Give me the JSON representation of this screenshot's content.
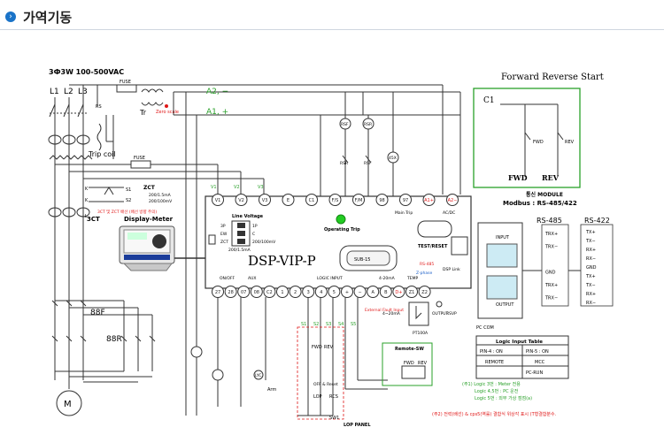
{
  "header": {
    "title": "가역기동"
  },
  "supply": {
    "label": "3Ф3W 100-500VAC",
    "phases": [
      "L1",
      "L2",
      "L3"
    ]
  },
  "control_lines": {
    "a2": "A2, −",
    "a1": "A1, +"
  },
  "labels": {
    "fuse1": "FUSE",
    "fuse2": "FUSE",
    "tr": "Tr",
    "rs": "RS",
    "zero_scale": "Zero scale",
    "trip_coil": "Trip coil",
    "zct": "ZCT",
    "zct_s1": "S1",
    "zct_s2": "S2",
    "zct_spec1": "200/1.5mA",
    "zct_spec2": "200/100mV",
    "k": "K",
    "l": "L",
    "ct": "3CT",
    "ct_note": "3CT 및 ZCT 배선 (배선 방향 주의)",
    "display_meter": "Display-Meter",
    "motor": "M",
    "c88f": "88F",
    "c88r": "88R"
  },
  "dsp": {
    "model": "DSP-VIP-P",
    "top_terminals": [
      "V1",
      "V2",
      "V3",
      "E",
      "C1",
      "F/S",
      "F/M",
      "98",
      "97",
      "A1+",
      "A2−"
    ],
    "line_voltage": "Line Voltage",
    "dip_rows": [
      "3P",
      "EW",
      "ZCT"
    ],
    "dip_values": [
      "1P",
      "C",
      "200/100mV"
    ],
    "dip_caption": "200/1.5mA",
    "operating_trip": "Operating Trip",
    "test_reset": "TEST/RESET",
    "sub_d": "SUB-15",
    "acdc": "AC/DC",
    "main_trip": "Main Trip",
    "bottom_terminals": [
      "27",
      "28",
      "07",
      "08",
      "C2",
      "1",
      "2",
      "3",
      "4",
      "5",
      "+",
      "−",
      "A",
      "B",
      "D+",
      "Z1",
      "Z2"
    ],
    "bot_labels": {
      "on_off": "ON/OFF",
      "aux": "AUX",
      "logic_input": "LOGIC INPUT",
      "range": "4-20mA",
      "temp": "TEMP",
      "rs485": "RS-485",
      "dsp_link": "DSP Link",
      "z_phase": "Z-phase",
      "ext_fault": "External Fault Input",
      "range2": "4~20mA",
      "pt100": "PT100A",
      "output": "OUTPUT",
      "rsvp": "RSVP"
    }
  },
  "relays": {
    "rsf": "RSF",
    "rsr": "RSR",
    "r45x": "45X",
    "rsf2": "RSF",
    "rsr2": "RSR"
  },
  "logic_wiring": {
    "fwd": "FWD",
    "rev": "REV",
    "off_reset": "OFF & Reset",
    "lop": "LOP",
    "rcs": "RCS",
    "sw1": "SW1",
    "lop_panel": "LOP PANEL",
    "remote_sw": "Remote-SW",
    "arm": "Arm",
    "lyc": "LYC",
    "s1": "S1",
    "s2": "S2",
    "s3": "S3",
    "s4": "S4",
    "s5": "S5"
  },
  "fwd_rev_start": {
    "title": "Forward Reverse Start",
    "c1": "C1",
    "fwd": "FWD",
    "rev": "REV",
    "fwd_b": "FWD",
    "rev_b": "REV"
  },
  "comm": {
    "module_title": "통신 MODULE",
    "modbus": "Modbus : RS-485/422",
    "rs485": "RS-485",
    "rs422": "RS-422",
    "input": "INPUT",
    "output": "OUTPUT",
    "pc": "PC COM",
    "left_pins": [
      "TRX+",
      "TRX−",
      "",
      "GND",
      "TRX+",
      "TRX−"
    ],
    "right_pins": [
      "TX+",
      "TX−",
      "RX+",
      "RX−",
      "GND",
      "TX+",
      "TX−",
      "RX+",
      "RX−"
    ]
  },
  "logic_table": {
    "title": "Logic Input Table",
    "rows": [
      [
        "PIN-4 : ON",
        "PIN-5 : ON"
      ],
      [
        "REMOTE",
        "MCC"
      ],
      [
        "PC-RUN",
        ""
      ]
    ]
  },
  "notes": {
    "n1": "(주1) Logic 3번 : Meter 전용",
    "n2": "Logic 4,5번 : PC 운전",
    "n3": "Logic 5번 : 외부 가상 점점(a)",
    "n4": "(주2) 전력(배선) & cps5(역률) 결합식 위상각 표시 (T형결합분수."
  },
  "colors": {
    "line": "#333333",
    "red": "#e01818",
    "green": "#2aa02a",
    "blue": "#1a5ec8",
    "violet": "#7b2fd0",
    "led": "#22cc22"
  }
}
